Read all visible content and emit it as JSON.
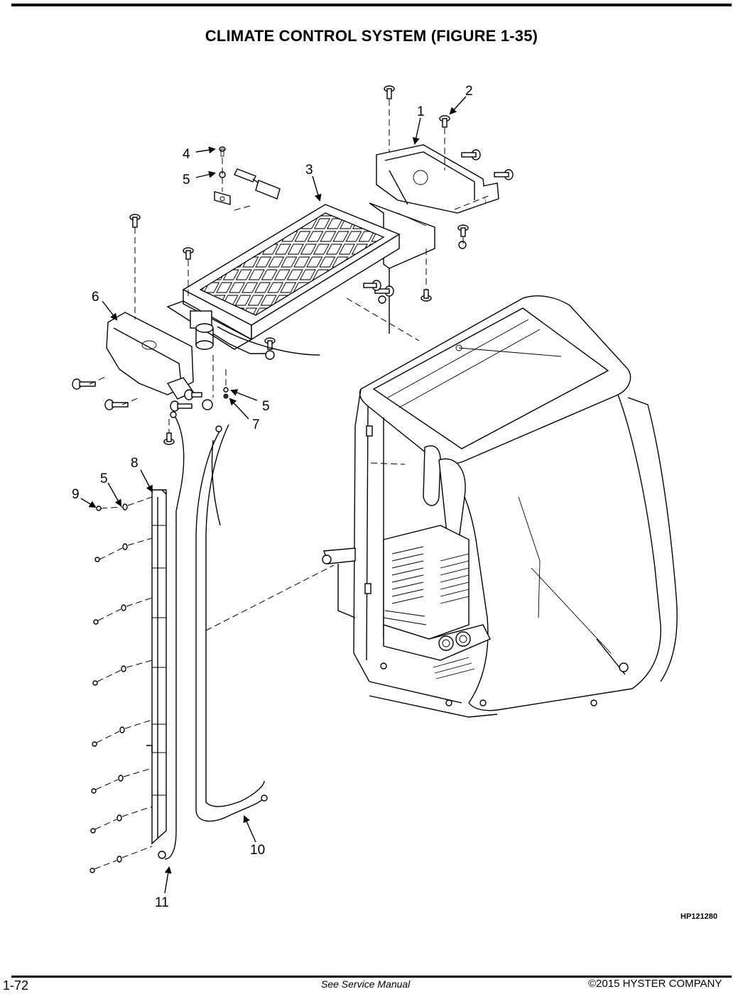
{
  "header": {
    "title": "CLIMATE CONTROL SYSTEM (FIGURE 1-35)"
  },
  "callouts": [
    {
      "id": "c1",
      "label": "1"
    },
    {
      "id": "c2",
      "label": "2"
    },
    {
      "id": "c3",
      "label": "3"
    },
    {
      "id": "c4",
      "label": "4"
    },
    {
      "id": "c5a",
      "label": "5"
    },
    {
      "id": "c6",
      "label": "6"
    },
    {
      "id": "c5b",
      "label": "5"
    },
    {
      "id": "c7",
      "label": "7"
    },
    {
      "id": "c8",
      "label": "8"
    },
    {
      "id": "c5c",
      "label": "5"
    },
    {
      "id": "c9",
      "label": "9"
    },
    {
      "id": "c10",
      "label": "10"
    },
    {
      "id": "c11",
      "label": "11"
    }
  ],
  "figure_id": "HP121280",
  "footer": {
    "page_number": "1-72",
    "note": "See Service Manual",
    "copyright": "©2015 HYSTER COMPANY"
  }
}
